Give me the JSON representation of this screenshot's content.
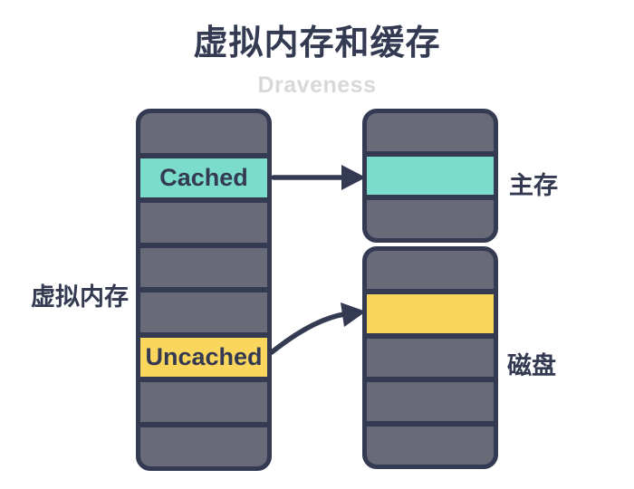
{
  "title": "虚拟内存和缓存",
  "watermark": "Draveness",
  "colors": {
    "navy": "#333A52",
    "cell_gray": "#696A77",
    "cached_teal": "#7BDCCB",
    "uncached_yellow": "#FAD65C",
    "watermark_gray": "#D8D8D8",
    "background": "#FFFFFF"
  },
  "diagram": {
    "virtual_memory": {
      "label": "虚拟内存",
      "cells": [
        {
          "state": "plain",
          "label": ""
        },
        {
          "state": "cached",
          "label": "Cached"
        },
        {
          "state": "plain",
          "label": ""
        },
        {
          "state": "plain",
          "label": ""
        },
        {
          "state": "plain",
          "label": ""
        },
        {
          "state": "uncached",
          "label": "Uncached"
        },
        {
          "state": "plain",
          "label": ""
        },
        {
          "state": "plain",
          "label": ""
        }
      ]
    },
    "main_memory": {
      "label": "主存",
      "cells": [
        {
          "state": "plain",
          "label": ""
        },
        {
          "state": "cached",
          "label": ""
        },
        {
          "state": "plain",
          "label": ""
        }
      ]
    },
    "disk": {
      "label": "磁盘",
      "cells": [
        {
          "state": "plain",
          "label": ""
        },
        {
          "state": "uncached",
          "label": ""
        },
        {
          "state": "plain",
          "label": ""
        },
        {
          "state": "plain",
          "label": ""
        },
        {
          "state": "plain",
          "label": ""
        }
      ]
    },
    "arrows": [
      {
        "name": "cached-to-main-memory",
        "from": "Cached",
        "to": "主存",
        "shape": "straight"
      },
      {
        "name": "uncached-to-disk",
        "from": "Uncached",
        "to": "磁盘",
        "shape": "curved"
      }
    ]
  }
}
